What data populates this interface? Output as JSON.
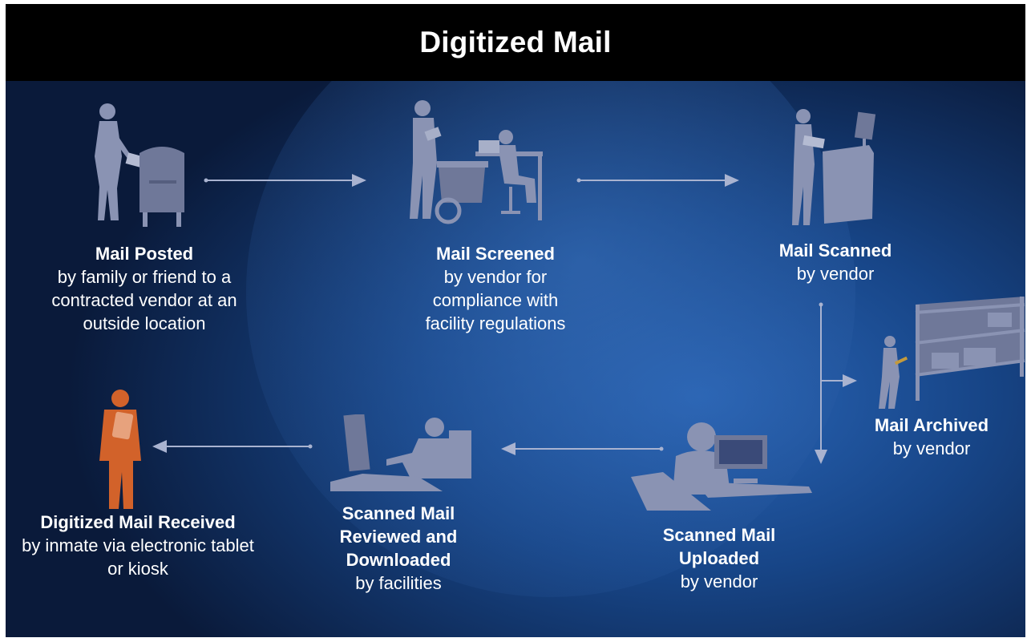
{
  "title": "Digitized Mail",
  "colors": {
    "background_dark": "#0b1b3d",
    "background_glow": "#1f5aa8",
    "silhouette": "#8a93b3",
    "recipient": "#d2622a",
    "arrow": "#a9b3d0"
  },
  "steps": [
    {
      "title": "Mail Posted",
      "desc": "by family or friend to a contracted vendor at an outside location",
      "icon": "person-mailbox-icon"
    },
    {
      "title": "Mail Screened",
      "desc": "by vendor for compliance with facility regulations",
      "icon": "screening-workers-icon"
    },
    {
      "title": "Mail Scanned",
      "desc": "by vendor",
      "icon": "scanner-operator-icon"
    },
    {
      "title": "Mail Archived",
      "desc": "by vendor",
      "icon": "warehouse-shelves-icon"
    },
    {
      "title": "Scanned Mail Uploaded",
      "desc": "by vendor",
      "icon": "computer-operator-icon"
    },
    {
      "title": "Scanned Mail Reviewed and Downloaded",
      "desc": "by facilities",
      "icon": "facility-computer-icon"
    },
    {
      "title": "Digitized Mail Received",
      "desc": "by inmate via electronic tablet or kiosk",
      "icon": "inmate-tablet-icon"
    }
  ]
}
